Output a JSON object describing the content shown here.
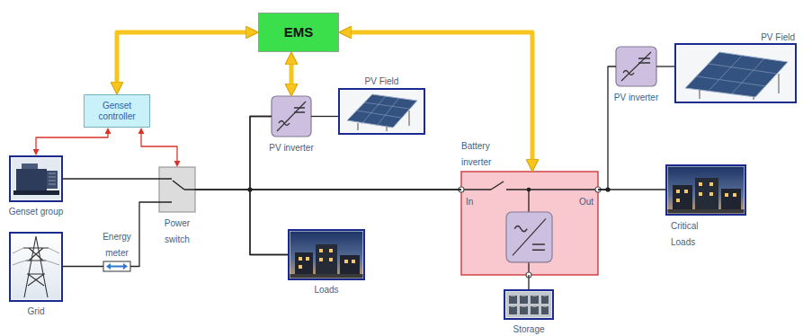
{
  "diagram": {
    "nodes": [
      {
        "text": [
          "EMS"
        ]
      },
      {
        "text": [
          "Genset controller"
        ]
      },
      {
        "text": [
          "PV inverter"
        ]
      },
      {
        "text": [
          "PV Field"
        ]
      },
      {
        "text": [
          "PV inverter"
        ]
      },
      {
        "text": [
          "PV Field"
        ]
      },
      {
        "text": [
          "Genset group"
        ]
      },
      {
        "text": [
          "Power switch"
        ]
      },
      {
        "text": [
          "Battery inverter",
          "In",
          "Out"
        ]
      },
      {
        "text": [
          "Critical Loads"
        ]
      },
      {
        "text": [
          "Grid"
        ]
      },
      {
        "text": [
          "Energy meter"
        ]
      },
      {
        "text": [
          "Loads"
        ]
      },
      {
        "text": [
          "Storage"
        ]
      }
    ],
    "edges": [
      {
        "from": 0,
        "to": 1,
        "arrow": "both"
      },
      {
        "from": 0,
        "to": 2,
        "arrow": "both"
      },
      {
        "from": 0,
        "to": 8,
        "arrow": "both"
      },
      {
        "from": 1,
        "to": 6,
        "arrow": "both"
      },
      {
        "from": 1,
        "to": 7,
        "arrow": "both"
      },
      {
        "from": 6,
        "to": 7,
        "arrow": "none"
      },
      {
        "from": 10,
        "to": 11,
        "arrow": "none"
      },
      {
        "from": 11,
        "to": 7,
        "arrow": "none"
      },
      {
        "from": 7,
        "to": 12,
        "arrow": "none"
      },
      {
        "from": 2,
        "to": 12,
        "arrow": "none"
      },
      {
        "from": 7,
        "to": 8,
        "arrow": "none"
      },
      {
        "from": 2,
        "to": 8,
        "arrow": "none"
      },
      {
        "from": 8,
        "to": 13,
        "arrow": "none"
      },
      {
        "from": 8,
        "to": 9,
        "arrow": "none"
      },
      {
        "from": 8,
        "to": 4,
        "arrow": "none"
      },
      {
        "from": 4,
        "to": 5,
        "arrow": "none"
      },
      {
        "from": 2,
        "to": 3,
        "arrow": "none"
      }
    ]
  }
}
